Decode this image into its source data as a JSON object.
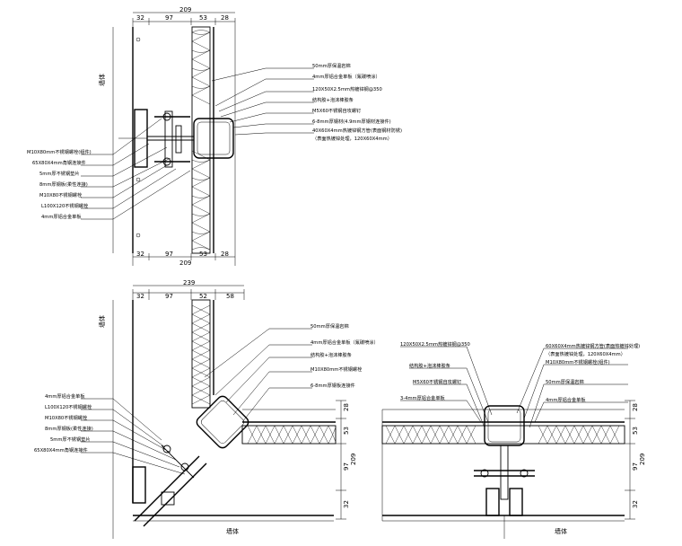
{
  "detail_top": {
    "dims_top": [
      "32",
      "97",
      "53",
      "28"
    ],
    "dims_top_total": "209",
    "dims_bottom": [
      "32",
      "97",
      "53",
      "28"
    ],
    "dims_bottom_total": "209",
    "callouts_right": [
      "50mm厚保温岩棉",
      "4mm厚铝合金单板（氟碳喷涂）",
      "120X50X2.5mm热镀锌钢@350",
      "结构胶+泡沫棒胶条",
      "M5X60不锈钢自攻螺钉",
      "6-8mm厚钢材(4.9mm厚钢材连接件)",
      "40X60X4mm热镀锌钢方管(表面钢材防锈)",
      "（表面热镀锌处理，120X60X4mm）"
    ],
    "callouts_left": [
      "M10X80mm不锈钢螺栓(组件)",
      "65X80X4mm角钢连接件",
      "5mm厚不锈钢垫片",
      "8mm厚钢板(柔性连接)",
      "M10X80不锈钢螺栓",
      "L100X120不锈钢螺栓",
      "4mm厚铝合金单板"
    ],
    "side_label": "墙体"
  },
  "detail_corner": {
    "dims_top": [
      "32",
      "97",
      "52",
      "58"
    ],
    "dims_top_total": "239",
    "callouts_right": [
      "50mm厚保温岩棉",
      "4mm厚铝合金单板（氟碳喷涂）",
      "结构胶+泡沫棒胶条",
      "M10X80mm不锈钢螺栓",
      "6-8mm厚钢板连接件"
    ],
    "callouts_left": [
      "4mm厚铝合金单板",
      "L100X120不锈钢螺栓",
      "M10X80不锈钢螺栓",
      "8mm厚钢板(柔性连接)",
      "5mm厚不锈钢垫片",
      "65X80X4mm角钢连接件"
    ],
    "side_label": "墙体",
    "bottom_label": "墙体",
    "right_dims": [
      "28",
      "53",
      "97",
      "32"
    ],
    "right_dims_total": "209"
  },
  "detail_flat": {
    "callouts_left": [
      "120X50X2.5mm热镀锌钢@350",
      "结构胶+泡沫棒胶条",
      "M5X60不锈钢自攻螺钉",
      "3-4mm厚铝合金单板"
    ],
    "callouts_right": [
      "60X60X4mm热镀锌钢方管(表面热镀锌处理)",
      "（表面热镀锌处理，120X60X4mm）",
      "M10X80mm不锈钢螺栓(组件)",
      "50mm厚保温岩棉",
      "4mm厚铝合金单板"
    ],
    "right_dims": [
      "28",
      "53",
      "97",
      "32"
    ],
    "right_dims_total": "209",
    "bottom_label": "墙体"
  }
}
